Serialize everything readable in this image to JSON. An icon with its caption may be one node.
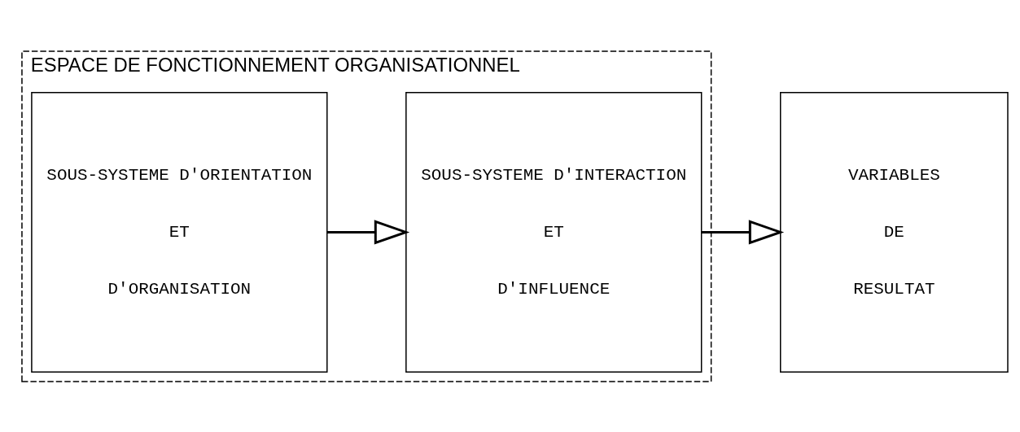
{
  "diagram": {
    "nodes": [
      {
        "text": [
          "ESPACE DE FONCTIONNEMENT ORGANISATIONNEL"
        ]
      },
      {
        "text": [
          "SOUS-SYSTEME D'ORIENTATION",
          "ET",
          "D'ORGANISATION"
        ],
        "in": 0
      },
      {
        "text": [
          "SOUS-SYSTEME D'INTERACTION",
          "ET",
          "D'INFLUENCE"
        ],
        "in": 0
      },
      {
        "text": [
          "VARIABLES",
          "DE",
          "RESULTAT"
        ]
      }
    ],
    "edges": [
      {
        "from": 1,
        "to": 2,
        "arrow": "to"
      },
      {
        "from": 2,
        "to": 3,
        "arrow": "to"
      }
    ]
  }
}
